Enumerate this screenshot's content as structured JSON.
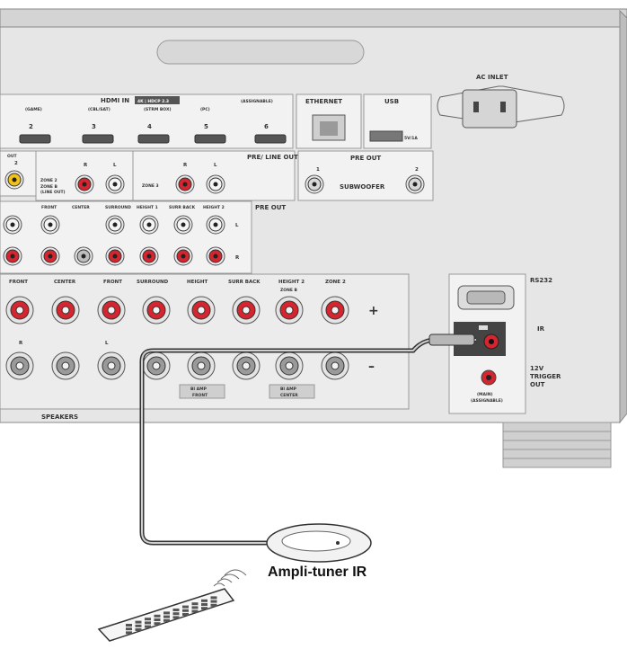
{
  "diagram": {
    "hdmi": {
      "title": "HDMI IN",
      "badge": "4K | HDCP 2.3",
      "assignable": "(ASSIGNABLE)",
      "inputs": [
        {
          "num": "2",
          "name": "(GAME)"
        },
        {
          "num": "3",
          "name": "(CBL/SAT)"
        },
        {
          "num": "4",
          "name": "(STRM BOX)"
        },
        {
          "num": "5",
          "name": "(PC)"
        },
        {
          "num": "6",
          "name": ""
        }
      ]
    },
    "ethernet": "ETHERNET",
    "usb": "USB",
    "usb_rating": "5V/1A",
    "ac_inlet": "AC INLET",
    "pre_out": {
      "header": "PRE OUT",
      "subwoofer": "SUBWOOFER",
      "sub_nums": [
        "1",
        "2"
      ],
      "pre_line_out": "PRE/\nLINE OUT",
      "zone2": "ZONE 2",
      "zone2_sub": "ZONE B",
      "zone2_line": "(LINE OUT)",
      "zone3": "ZONE 3",
      "r": "R",
      "l": "L",
      "row_labels": [
        "FRONT",
        "CENTER",
        "SURROUND",
        "HEIGHT 1",
        "SURR BACK",
        "HEIGHT 2"
      ],
      "pre_out_label": "PRE OUT"
    },
    "speakers": {
      "title": "SPEAKERS",
      "labels": [
        "FRONT",
        "CENTER",
        "FRONT",
        "SURROUND",
        "HEIGHT",
        "SURR BACK",
        "HEIGHT 2",
        "ZONE 2"
      ],
      "height2_sub": "ZONE B",
      "side_letters": [
        "R",
        "L"
      ],
      "plus": "+",
      "minus": "–",
      "bi_amp_front": [
        "BI AMP",
        "FRONT"
      ],
      "bi_amp_center": [
        "BI AMP",
        "CENTER"
      ]
    },
    "rs232": "RS232",
    "ir": "IR",
    "trigger": [
      "12V",
      "TRIGGER",
      "OUT"
    ],
    "trigger_sub": [
      "(MAIN)",
      "(ASSIGNABLE)"
    ],
    "partial_top_left": "OUT",
    "partial_num": "2",
    "caption": "Ampli-tuner IR"
  }
}
